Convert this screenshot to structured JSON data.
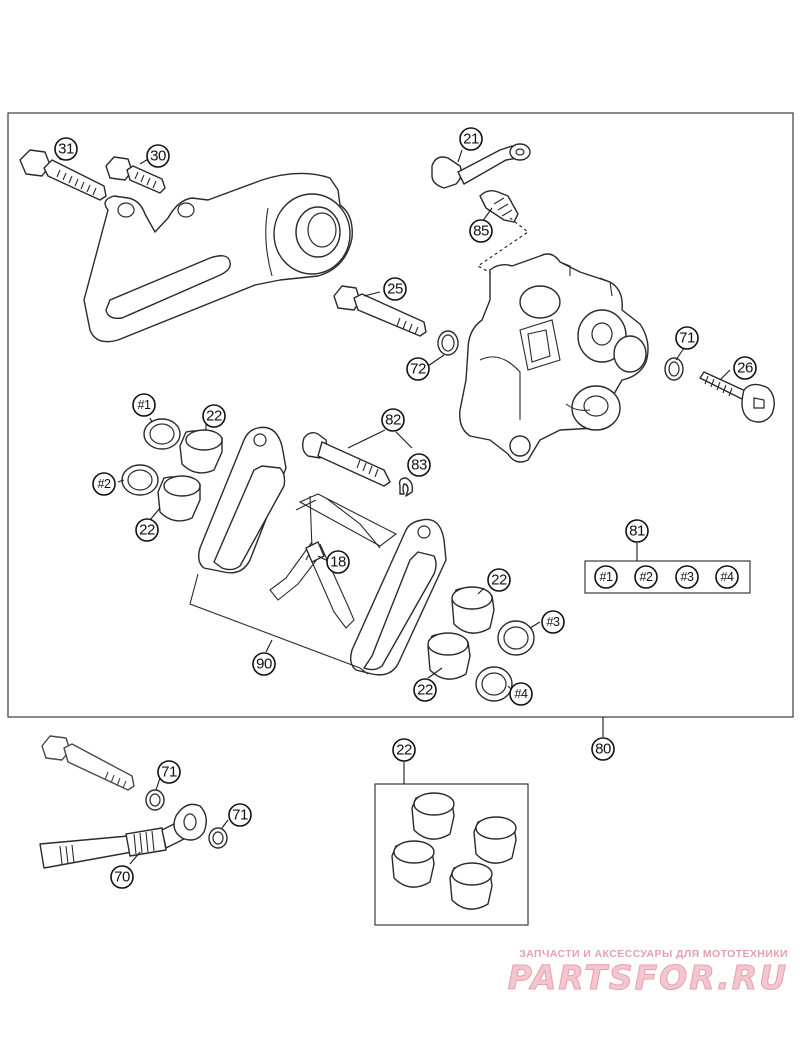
{
  "callouts": {
    "c31": "31",
    "c30": "30",
    "c21": "21",
    "c85": "85",
    "c25": "25",
    "c72": "72",
    "c71a": "71",
    "c26": "26",
    "h1": "#1",
    "h2": "#2",
    "c22a": "22",
    "c22b": "22",
    "c82": "82",
    "c83": "83",
    "c18": "18",
    "c81": "81",
    "k1": "#1",
    "k2": "#2",
    "k3": "#3",
    "k4": "#4",
    "c22c": "22",
    "h3": "#3",
    "c22d": "22",
    "h4": "#4",
    "c90": "90",
    "c80": "80",
    "c71b": "71",
    "c71c": "71",
    "c70": "70",
    "c22e": "22"
  },
  "watermark": {
    "tagline": "ЗАПЧАСТИ И АКСЕССУАРЫ ДЛЯ МОТОТЕХНИКИ",
    "brand": "PARTSFOR.RU"
  },
  "colors": {
    "line": "#2a2a2a",
    "watermark_text": "#e3a1ad",
    "watermark_brand": "#f4c6cf"
  }
}
